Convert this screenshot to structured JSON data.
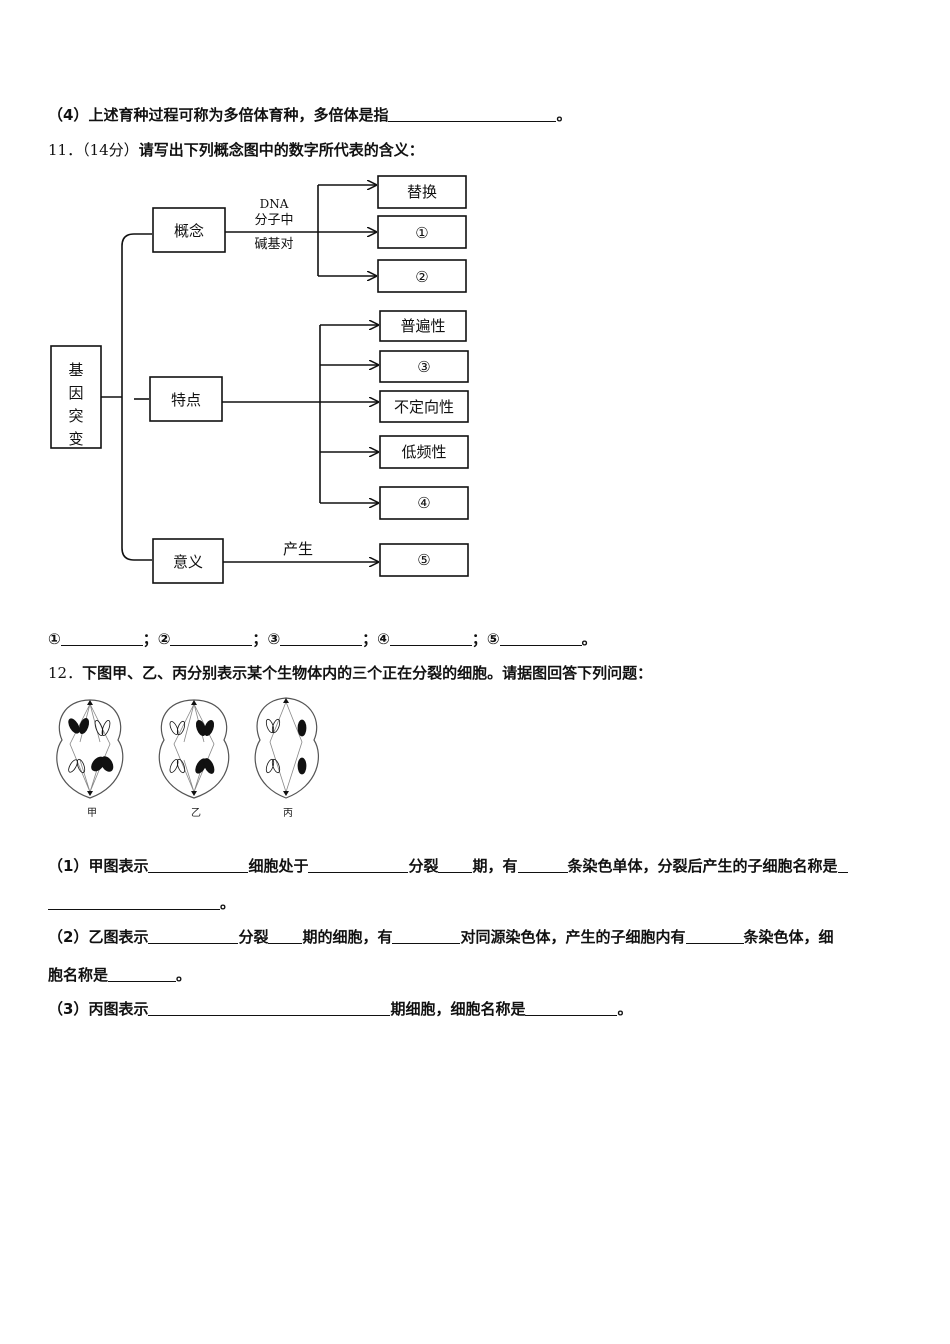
{
  "q10_part4": {
    "label": "（4）",
    "text": "上述育种过程可称为多倍体育种，多倍体是指",
    "end": "。"
  },
  "q11": {
    "number": "11．",
    "score": "（14分）",
    "prompt": "请写出下列概念图中的数字所代表的含义："
  },
  "concept_map": {
    "root": [
      "基",
      "因",
      "突",
      "变"
    ],
    "concept": "概念",
    "concept_edge": [
      "DNA",
      "分子中",
      "碱基对"
    ],
    "concept_targets": [
      "替换",
      "①",
      "②"
    ],
    "feature": "特点",
    "feature_targets": [
      "普遍性",
      "③",
      "不定向性",
      "低频性",
      "④"
    ],
    "meaning": "意义",
    "meaning_edge": "产生",
    "meaning_target": "⑤"
  },
  "q11_answers": {
    "items": [
      "①",
      "②",
      "③",
      "④",
      "⑤"
    ],
    "sep": "；",
    "end": "。"
  },
  "q12": {
    "number": "12．",
    "prompt": "下图甲、乙、丙分别表示某个生物体内的三个正在分裂的细胞。请据图回答下列问题：",
    "cell_labels": [
      "甲",
      "乙",
      "丙"
    ]
  },
  "q12_part1": {
    "label": "（1）",
    "t1": "甲图表示",
    "t2": "细胞处于",
    "t3": "分裂",
    "t4": "期，有",
    "t5": "条染色单体，分裂后产生的子细胞名称是",
    "end": "。"
  },
  "q12_part2": {
    "label": "（2）",
    "t1": "乙图表示",
    "t2": "分裂",
    "t3": "期的细胞，有",
    "t4": "对同源染色体，产生的子细胞内有",
    "t5": "条染色体，细",
    "t6": "胞名称是",
    "end": "。"
  },
  "q12_part3": {
    "label": "（3）",
    "t1": "丙图表示",
    "t2": "期细胞，细胞名称是",
    "end": "。"
  }
}
